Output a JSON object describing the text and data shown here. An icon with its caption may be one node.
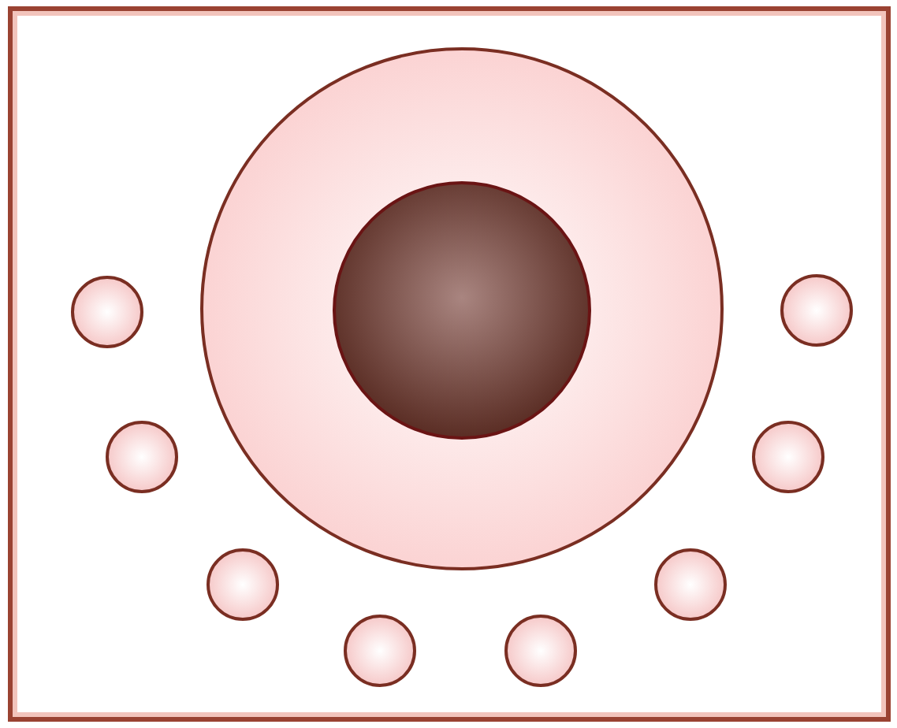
{
  "diagram": {
    "nodes": [
      {
        "text": [],
        "shape": "box"
      },
      {
        "text": [],
        "shape": "circle",
        "in": 0
      },
      {
        "text": [],
        "shape": "circle",
        "in": 1
      },
      {
        "text": [],
        "shape": "circle",
        "in": 0
      },
      {
        "text": [],
        "shape": "circle",
        "in": 0
      },
      {
        "text": [],
        "shape": "circle",
        "in": 0
      },
      {
        "text": [],
        "shape": "circle",
        "in": 0
      },
      {
        "text": [],
        "shape": "circle",
        "in": 0
      },
      {
        "text": [],
        "shape": "circle",
        "in": 0
      },
      {
        "text": [],
        "shape": "circle",
        "in": 0
      },
      {
        "text": [],
        "shape": "circle",
        "in": 0
      }
    ]
  }
}
